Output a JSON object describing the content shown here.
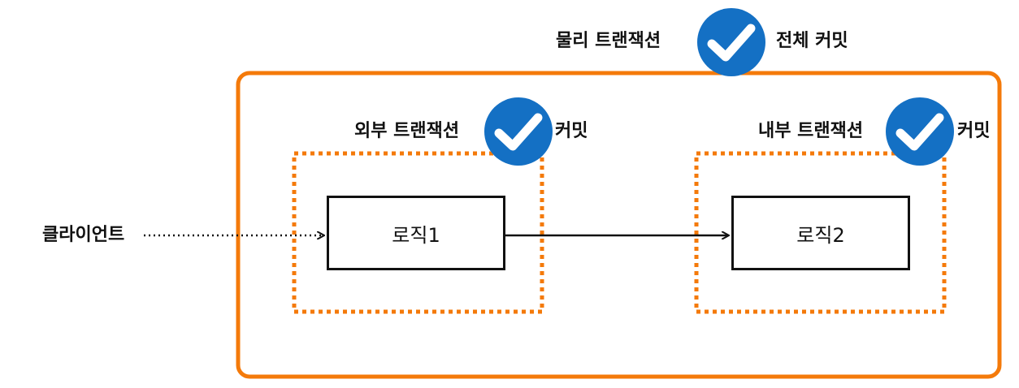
{
  "physical_transaction": {
    "label": "물리 트랜잭션",
    "status": "전체 커밋"
  },
  "outer_transaction": {
    "label": "외부 트랜잭션",
    "status": "커밋",
    "logic": "로직1"
  },
  "inner_transaction": {
    "label": "내부 트랜잭션",
    "status": "커밋",
    "logic": "로직2"
  },
  "client": {
    "label": "클라이언트"
  },
  "colors": {
    "orange": "#F47A0A",
    "check_blue": "#1470C4",
    "ink": "#111111"
  },
  "icons": [
    "check-circle-icon"
  ]
}
